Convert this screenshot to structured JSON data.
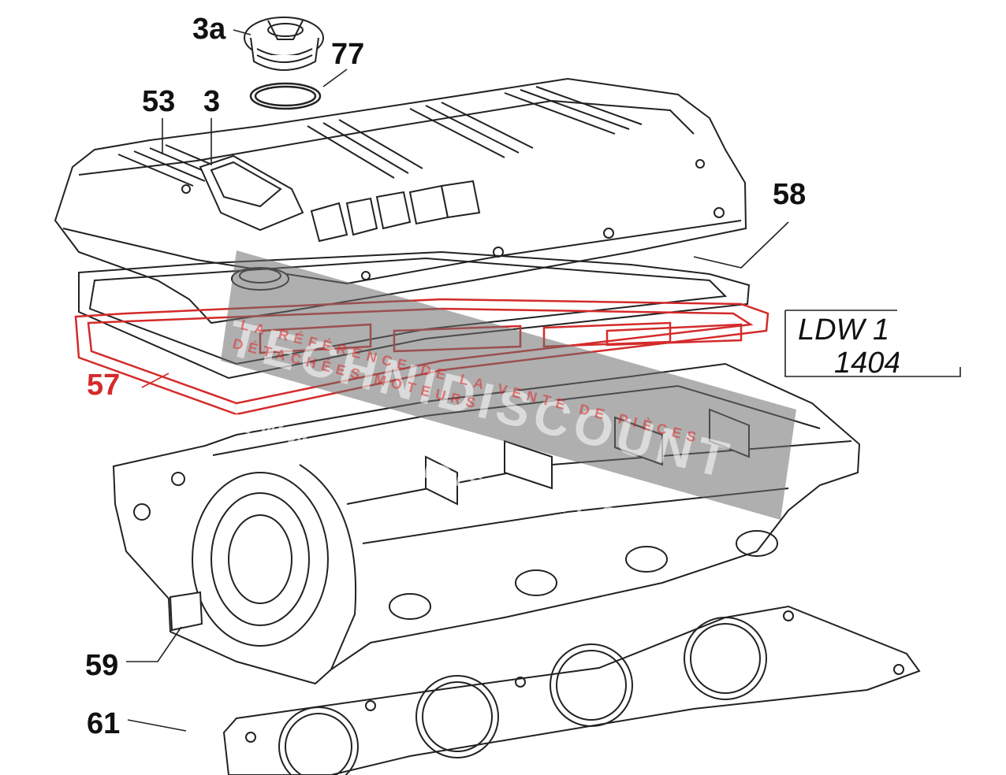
{
  "callouts": {
    "c3a": "3a",
    "c77": "77",
    "c53": "53",
    "c3": "3",
    "c58": "58",
    "c57": "57",
    "c59": "59",
    "c61": "61"
  },
  "model_box": {
    "line1": "LDW 1",
    "line2": "1404"
  },
  "watermark": {
    "brand": "TECHNIDISCOUNT",
    "tagline1": "LA RÉFÉRENCE DE LA VENTE DE PIÈCES",
    "tagline2": "DÉTACHÉES MOTEURS",
    "url": "WWW.TECHNIDISCOUNT.COM"
  },
  "colors": {
    "line": "#222222",
    "highlight": "#d42a2a",
    "watermark_band": "#6e6e6e"
  }
}
